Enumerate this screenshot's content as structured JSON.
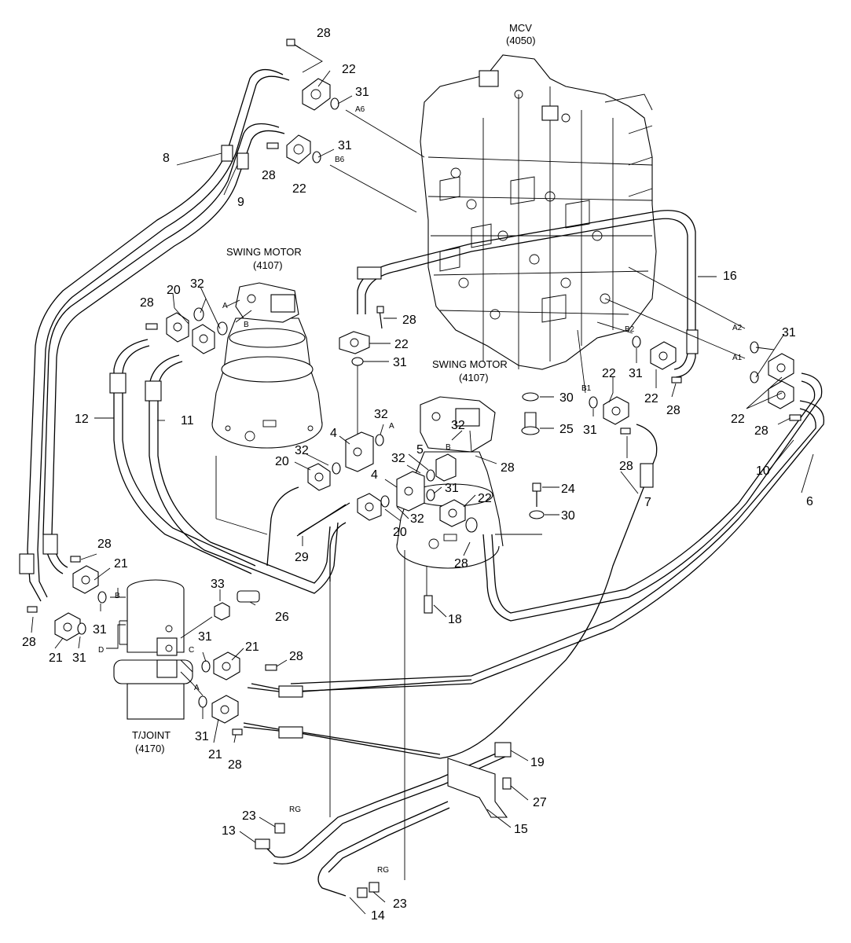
{
  "labels": {
    "mcv": {
      "name": "MCV",
      "code": "(4050)"
    },
    "swing_motor_1": {
      "name": "SWING MOTOR",
      "code": "(4107)"
    },
    "swing_motor_2": {
      "name": "SWING MOTOR",
      "code": "(4107)"
    },
    "tjoint": {
      "name": "T/JOINT",
      "code": "(4170)"
    }
  },
  "ports": {
    "a6": "A6",
    "b6": "B6",
    "a2": "A2",
    "a1": "A1",
    "b2": "B2",
    "b1": "B1",
    "m1_a": "A",
    "m1_b": "B",
    "m2_a": "A",
    "m2_b": "B",
    "tj_a": "A",
    "tj_b": "B",
    "tj_c": "C",
    "tj_d": "D",
    "rg1": "RG",
    "rg2": "RG"
  },
  "callouts": {
    "c28_top": "28",
    "c22_top": "22",
    "c31_a6": "31",
    "c31_b6": "31",
    "c28_b6": "28",
    "c22_b6": "22",
    "c8": "8",
    "c9": "9",
    "c32_m1": "32",
    "c20_m1": "20",
    "c28_m1": "28",
    "c12": "12",
    "c11": "11",
    "c28_mid": "28",
    "c22_mid": "22",
    "c31_mid": "31",
    "c16": "16",
    "c31_a2": "31",
    "c22_a": "22",
    "c28_a": "28",
    "c22_b2": "22",
    "c31_b2": "31",
    "c22_b2b": "22",
    "c28_b2": "28",
    "c30_mcv": "30",
    "c25": "25",
    "c31_b1": "31",
    "c4_a": "4",
    "c32_b": "32",
    "c32_c": "32",
    "c20_b": "20",
    "c32_m2": "32",
    "c5": "5",
    "c32_d": "32",
    "c28_m2": "28",
    "c4_b": "4",
    "c31_m2": "31",
    "c22_m2": "22",
    "c7": "7",
    "c10": "10",
    "c6": "6",
    "c28_r": "28",
    "c24": "24",
    "c30_r": "30",
    "c20_c": "20",
    "c32_e": "32",
    "c29": "29",
    "c28_m2b": "28",
    "c18": "18",
    "c28_tj": "28",
    "c21_tj": "21",
    "c33": "33",
    "c26": "26",
    "c28_l": "28",
    "c21_l": "21",
    "c31_l1": "31",
    "c31_l2": "31",
    "c31_c": "31",
    "c21_c": "21",
    "c28_c": "28",
    "c31_a": "31",
    "c21_a": "21",
    "c28_ta": "28",
    "c19": "19",
    "c27": "27",
    "c15": "15",
    "c23_a": "23",
    "c13": "13",
    "c23_b": "23",
    "c14": "14"
  }
}
